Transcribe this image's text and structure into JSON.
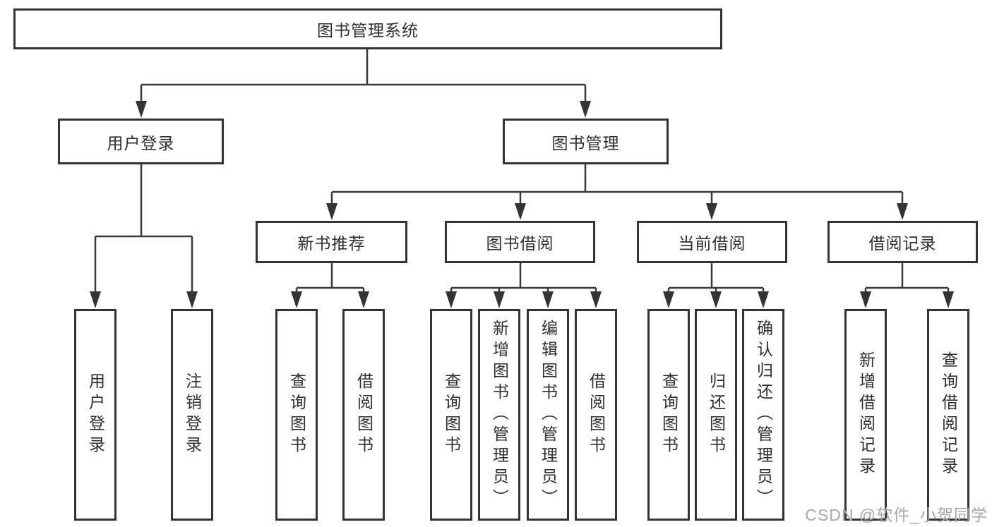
{
  "tree": {
    "root": {
      "label": "图书管理系统"
    },
    "children": [
      {
        "label": "用户登录",
        "children": [
          {
            "label": "用户登录"
          },
          {
            "label": "注销登录"
          }
        ]
      },
      {
        "label": "图书管理",
        "children": [
          {
            "label": "新书推荐",
            "children": [
              {
                "label": "查询图书"
              },
              {
                "label": "借阅图书"
              }
            ]
          },
          {
            "label": "图书借阅",
            "children": [
              {
                "label": "查询图书"
              },
              {
                "label": "新增图书（管理员）"
              },
              {
                "label": "编辑图书（管理员）"
              },
              {
                "label": "借阅图书"
              }
            ]
          },
          {
            "label": "当前借阅",
            "children": [
              {
                "label": "查询图书"
              },
              {
                "label": "归还图书"
              },
              {
                "label": "确认归还（管理员）"
              }
            ]
          },
          {
            "label": "借阅记录",
            "children": [
              {
                "label": "新增借阅记录"
              },
              {
                "label": "查询借阅记录"
              }
            ]
          }
        ]
      }
    ]
  },
  "watermark": {
    "text": "CSDN @软件_小贺同学"
  },
  "colors": {
    "box_border": "#343434",
    "line": "#3a3a3a",
    "text": "#2f2f2f",
    "watermark": "#a9a9a9",
    "background": "#ffffff"
  }
}
